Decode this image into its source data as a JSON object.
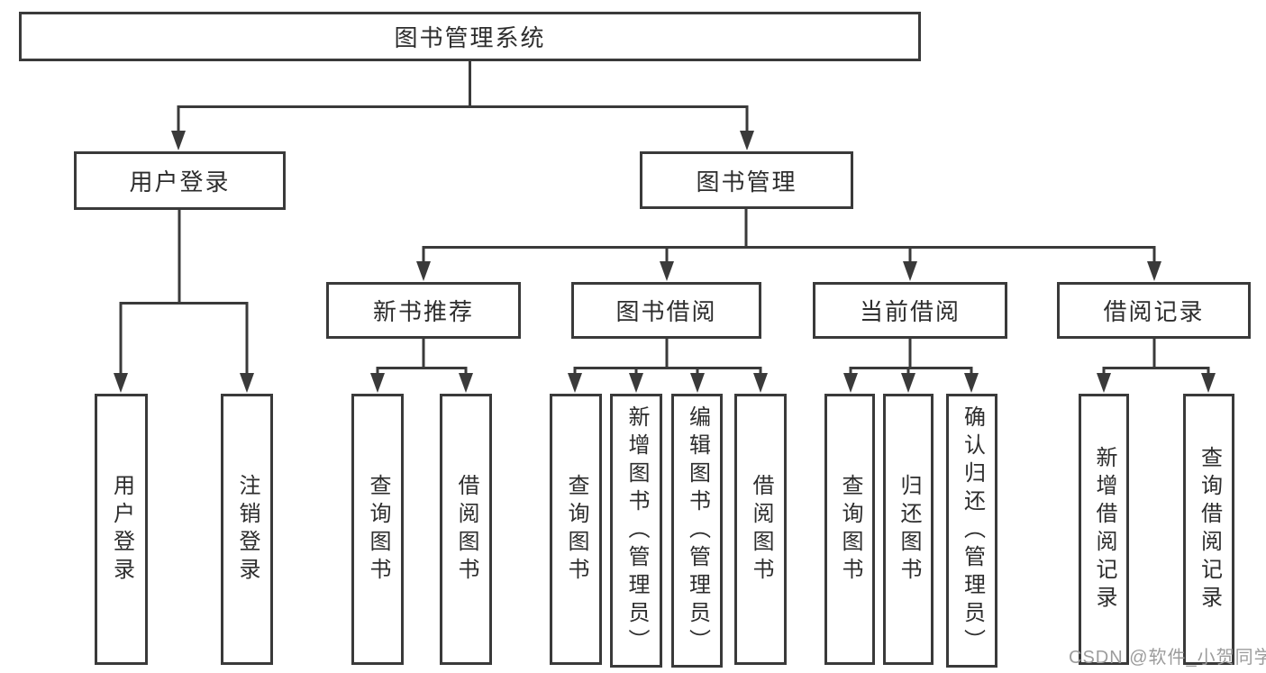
{
  "tree": {
    "root": {
      "label": "图书管理系统"
    },
    "level2": [
      {
        "label": "用户登录",
        "children": [
          {
            "label": "用户登录"
          },
          {
            "label": "注销登录"
          }
        ]
      },
      {
        "label": "图书管理",
        "children": [
          {
            "label": "新书推荐",
            "children": [
              {
                "label": "查询图书"
              },
              {
                "label": "借阅图书"
              }
            ]
          },
          {
            "label": "图书借阅",
            "children": [
              {
                "label": "查询图书"
              },
              {
                "label": "新增图书（管理员）"
              },
              {
                "label": "编辑图书（管理员）"
              },
              {
                "label": "借阅图书"
              }
            ]
          },
          {
            "label": "当前借阅",
            "children": [
              {
                "label": "查询图书"
              },
              {
                "label": "归还图书"
              },
              {
                "label": "确认归还（管理员）"
              }
            ]
          },
          {
            "label": "借阅记录",
            "children": [
              {
                "label": "新增借阅记录"
              },
              {
                "label": "查询借阅记录"
              }
            ]
          }
        ]
      }
    ]
  },
  "watermark": {
    "text": "CSDN @软件_小贺同学"
  },
  "colors": {
    "line": "#3a3a3a",
    "box_border": "#3a3a3a",
    "text": "#2d2d2d",
    "watermark": "#9c9c9c",
    "background": "#ffffff"
  }
}
